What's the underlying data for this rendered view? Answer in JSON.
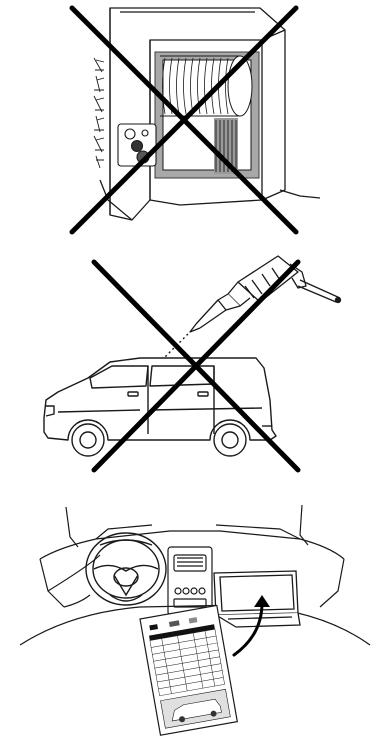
{
  "panels": [
    {
      "id": "no-car-wash",
      "icon": "car-wash-prohibited-icon"
    },
    {
      "id": "no-drilling",
      "icon": "drill-prohibited-icon"
    },
    {
      "id": "maintenance-booklet",
      "icon": "glovebox-booklet-icon"
    }
  ],
  "colors": {
    "line": "#1a1a1a",
    "cross": "#000000",
    "brush_shade": "#9a9a9a",
    "booklet_header": "#111111"
  }
}
